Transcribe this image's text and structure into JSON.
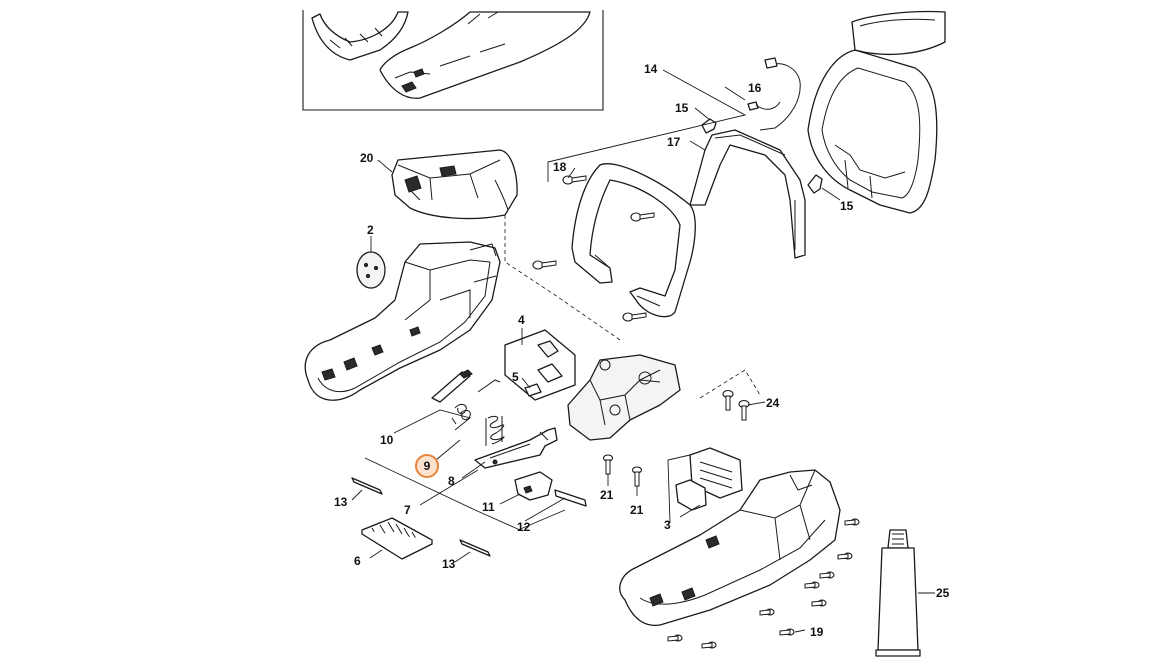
{
  "diagram": {
    "type": "exploded-parts-view",
    "highlight_color": "#e8833a",
    "highlighted_part": "9",
    "callouts": {
      "p2": "2",
      "p3": "3",
      "p4": "4",
      "p5": "5",
      "p6": "6",
      "p7": "7",
      "p8": "8",
      "p9": "9",
      "p10": "10",
      "p11": "11",
      "p12": "12",
      "p13a": "13",
      "p13b": "13",
      "p14": "14",
      "p15a": "15",
      "p15b": "15",
      "p16": "16",
      "p17": "17",
      "p18": "18",
      "p19": "19",
      "p20": "20",
      "p21a": "21",
      "p21b": "21",
      "p24": "24",
      "p25": "25"
    }
  }
}
